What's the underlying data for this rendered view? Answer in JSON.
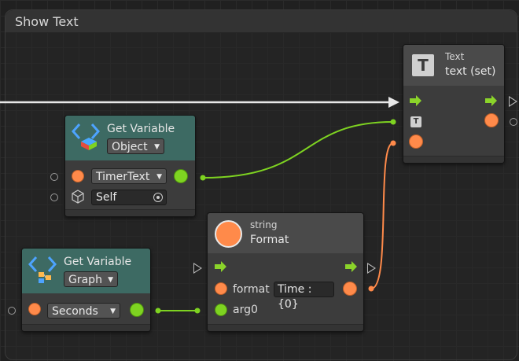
{
  "group": {
    "title": "Show Text"
  },
  "get_variable_object": {
    "title": "Get Variable",
    "kind": "Object",
    "name_value": "TimerText",
    "target_value": "Self"
  },
  "get_variable_graph": {
    "title": "Get Variable",
    "kind": "Graph",
    "name_value": "Seconds"
  },
  "text_set_node": {
    "subtitle": "Text",
    "title": "text (set)",
    "icon_letter": "T"
  },
  "format_node": {
    "subtitle": "string",
    "title": "Format",
    "format_label": "format",
    "format_value": "Time : {0}",
    "arg0_label": "arg0"
  },
  "colors": {
    "teal_header": "#3d6a63",
    "orange_port": "#ff8a4a",
    "green_port": "#7ed321"
  }
}
